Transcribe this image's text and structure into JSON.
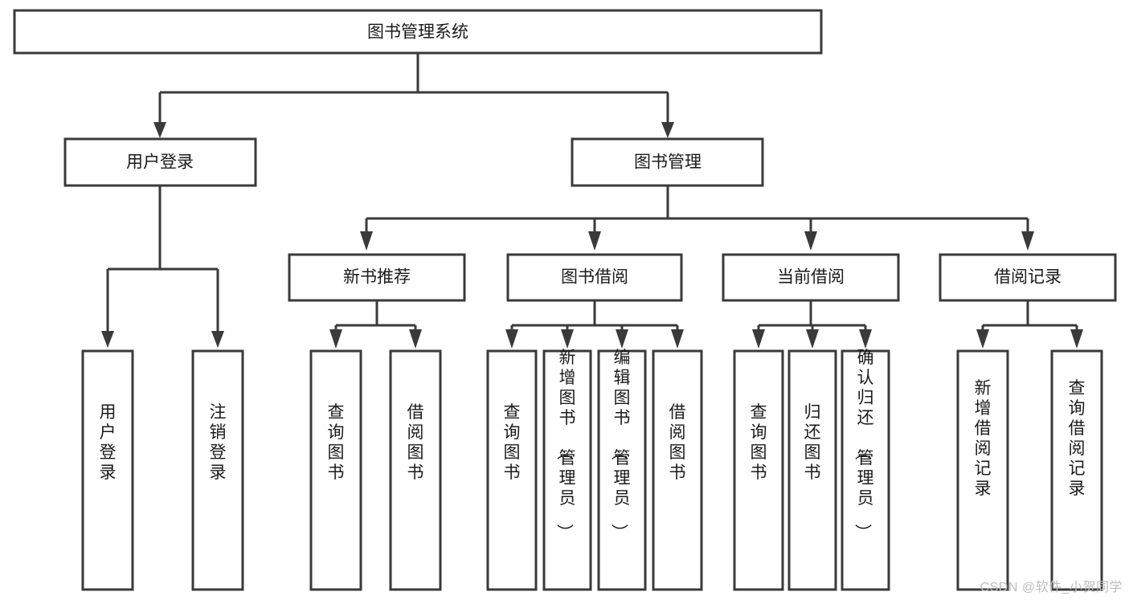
{
  "diagram": {
    "type": "tree-hierarchy-flowchart",
    "title": "图书管理系统",
    "watermark": "CSDN @软件_小贺同学",
    "colors": {
      "stroke": "#3a3a3a",
      "fill": "#ffffff",
      "text": "#1a1a1a",
      "watermark": "#bdbdbd",
      "background": "#ffffff"
    },
    "levels": {
      "root": {
        "label": "图书管理系统"
      },
      "level2": [
        {
          "label": "用户登录"
        },
        {
          "label": "图书管理"
        }
      ],
      "level3": [
        {
          "label": "新书推荐"
        },
        {
          "label": "图书借阅"
        },
        {
          "label": "当前借阅"
        },
        {
          "label": "借阅记录"
        }
      ],
      "leaves": [
        {
          "label": "用户登录",
          "parent": "用户登录"
        },
        {
          "label": "注销登录",
          "parent": "用户登录"
        },
        {
          "label": "查询图书",
          "parent": "新书推荐"
        },
        {
          "label": "借阅图书",
          "parent": "新书推荐"
        },
        {
          "label": "查询图书",
          "parent": "图书借阅"
        },
        {
          "label": "新增图书（管理员）",
          "parent": "图书借阅"
        },
        {
          "label": "编辑图书（管理员）",
          "parent": "图书借阅"
        },
        {
          "label": "借阅图书",
          "parent": "图书借阅"
        },
        {
          "label": "查询图书",
          "parent": "当前借阅"
        },
        {
          "label": "归还图书",
          "parent": "当前借阅"
        },
        {
          "label": "确认归还（管理员）",
          "parent": "当前借阅"
        },
        {
          "label": "新增借阅记录",
          "parent": "借阅记录"
        },
        {
          "label": "查询借阅记录",
          "parent": "借阅记录"
        }
      ]
    }
  }
}
